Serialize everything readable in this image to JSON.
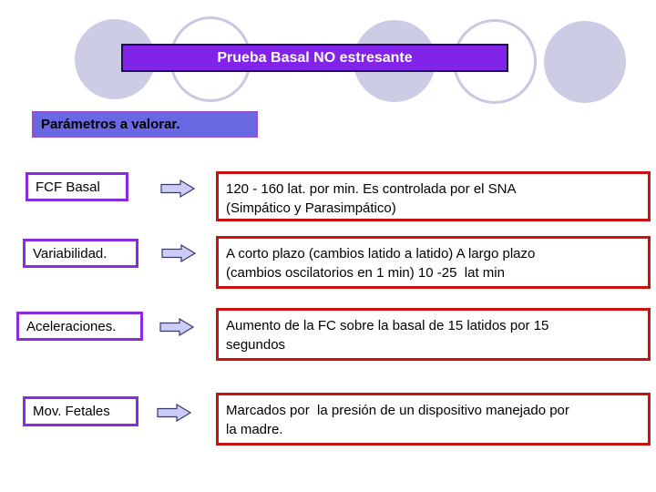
{
  "title": "Prueba Basal NO estresante",
  "subtitle": "Parámetros a valorar.",
  "rows": [
    {
      "label": "FCF Basal",
      "desc": [
        "120 - 160 lat. por min. Es controlada por el SNA",
        "(Simpático y Parasimpático)"
      ]
    },
    {
      "label": "Variabilidad.",
      "desc": [
        "A corto plazo (cambios latido a latido) A largo plazo",
        "(cambios oscilatorios en 1 min) 10 -25  lat min"
      ]
    },
    {
      "label": "Aceleraciones.",
      "desc": [
        "Aumento de la FC sobre la basal de 15 latidos por 15",
        "segundos"
      ]
    },
    {
      "label": "Mov. Fetales",
      "desc": [
        "Marcados por  la presión de un dispositivo manejado por",
        "la madre."
      ]
    }
  ],
  "colors": {
    "title_fill": "#8123e8",
    "title_border": "#1c1040",
    "subtitle_fill": "#6967e1",
    "subtitle_border": "#9a4ed2",
    "label_box_border": "#8a2be2",
    "description_box_border": "#cc1111",
    "arrow_fill": "#ccccf8",
    "arrow_stroke": "#3a3a6a",
    "circle_fill": "#cdcce5",
    "circle_ring_stroke": "#c9c8e1"
  },
  "icons": {
    "arrow": "right-block-arrow"
  }
}
